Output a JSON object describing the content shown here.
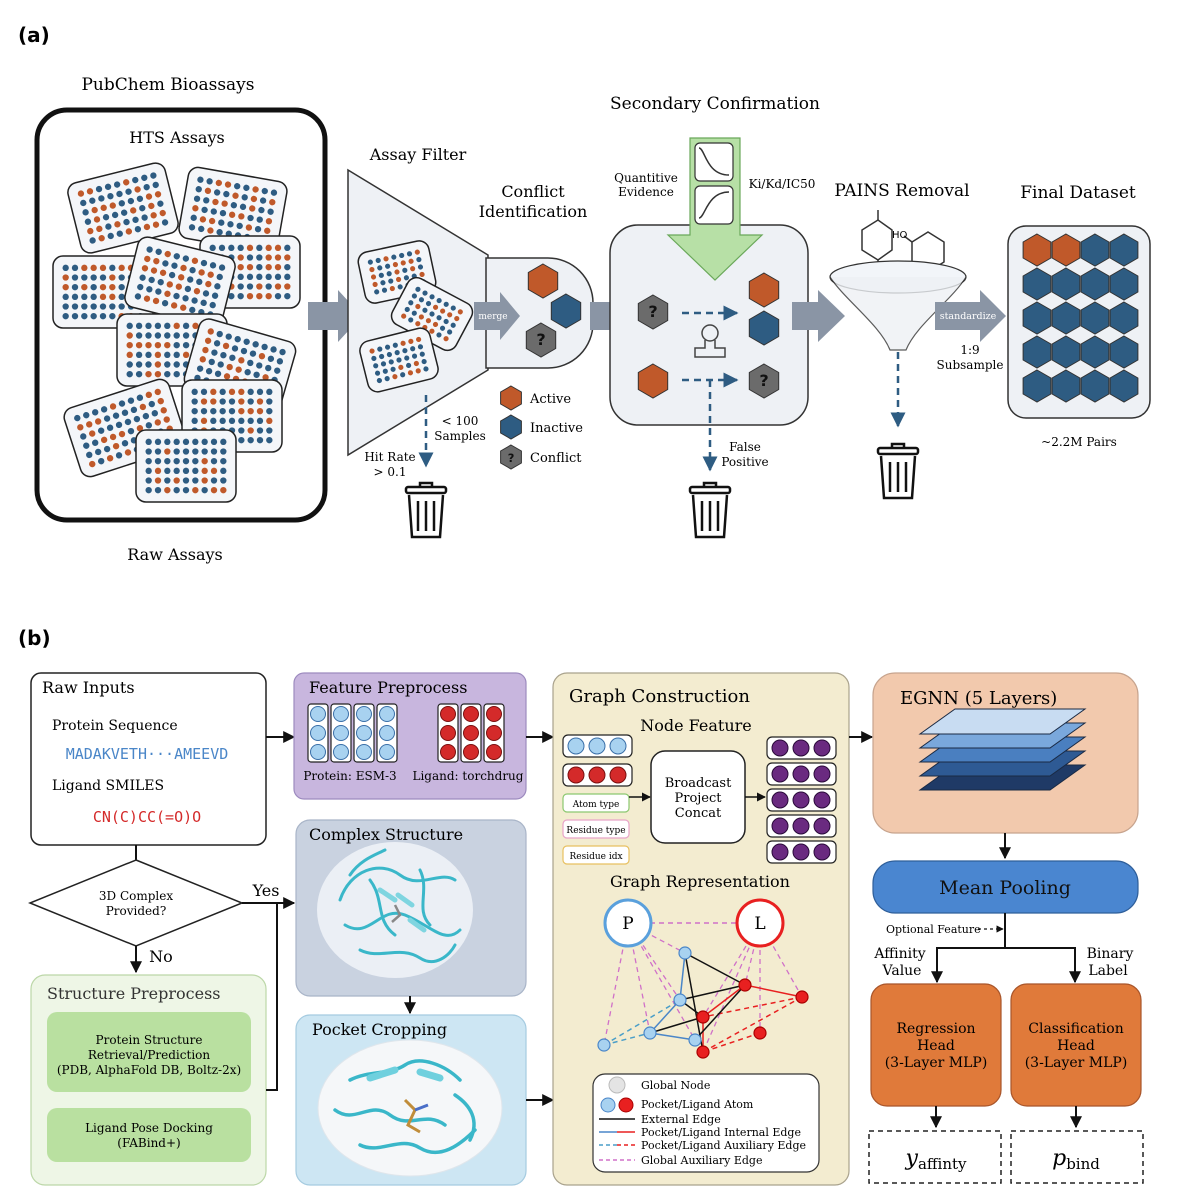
{
  "panel_a": {
    "label": "(a)",
    "pubchem_title": "PubChem Bioassays",
    "hts_title": "HTS Assays",
    "raw_assays": "Raw Assays",
    "assay_filter": "Assay Filter",
    "conflict_id_line1": "Conflict",
    "conflict_id_line2": "Identification",
    "merge": "merge",
    "secondary": "Secondary Confirmation",
    "quant_line1": "Quantitive",
    "quant_line2": "Evidence",
    "kikd": "Ki/Kd/IC50",
    "pains": "PAINS Removal",
    "final": "Final Dataset",
    "standardize": "standardize",
    "subsample_line1": "1:9",
    "subsample_line2": "Subsample",
    "pairs": "~2.2M Pairs",
    "lt100_line1": "< 100",
    "lt100_line2": "Samples",
    "hitrate_line1": "Hit Rate",
    "hitrate_line2": "> 0.1",
    "false_line1": "False",
    "false_line2": "Positive",
    "legend_active": "Active",
    "legend_inactive": "Inactive",
    "legend_conflict": "Conflict",
    "mol_ho1": "HO",
    "mol_ho2": "HO",
    "colors": {
      "active": "#C0592A",
      "inactive": "#2E5C82",
      "conflict": "#6B6B6B",
      "arrow": "#8A95A5"
    }
  },
  "panel_b": {
    "label": "(b)",
    "raw_inputs": "Raw Inputs",
    "protein_seq_label": "Protein Sequence",
    "protein_seq": "MADAKVETH···AMEEVD",
    "ligand_smiles_label": "Ligand SMILES",
    "ligand_smiles": "CN(C)CC(=O)O",
    "decision_line1": "3D Complex",
    "decision_line2": "Provided?",
    "yes": "Yes",
    "no": "No",
    "structure_preprocess": "Structure Preprocess",
    "protein_struct_line1": "Protein Structure",
    "protein_struct_line2": "Retrieval/Prediction",
    "protein_struct_line3": "(PDB, AlphaFold DB, Boltz-2x)",
    "ligand_dock_line1": "Ligand Pose Docking",
    "ligand_dock_line2": "(FABind+)",
    "feature_preprocess": "Feature Preprocess",
    "protein_esm": "Protein: ESM-3",
    "ligand_torch": "Ligand: torchdrug",
    "complex_structure": "Complex Structure",
    "pocket_cropping": "Pocket Cropping",
    "graph_construction": "Graph Construction",
    "node_feature": "Node Feature",
    "atom_type": "Atom type",
    "residue_type": "Residue type",
    "residue_idx": "Residue idx",
    "bpc_line1": "Broadcast",
    "bpc_line2": "Project",
    "bpc_line3": "Concat",
    "graph_representation": "Graph Representation",
    "node_p": "P",
    "node_l": "L",
    "legend_global_node": "Global Node",
    "legend_atom": "Pocket/Ligand Atom",
    "legend_external": "External Edge",
    "legend_internal": "Pocket/Ligand Internal Edge",
    "legend_aux": "Pocket/Ligand Auxiliary Edge",
    "legend_global_aux": "Global Auxiliary Edge",
    "egnn": "EGNN (5 Layers)",
    "mean_pooling": "Mean Pooling",
    "optional_feature": "Optional Feature",
    "affinity_line1": "Affinity",
    "affinity_line2": "Value",
    "binary_line1": "Binary",
    "binary_line2": "Label",
    "reg_line1": "Regression",
    "reg_line2": "Head",
    "reg_line3": "(3-Layer MLP)",
    "cls_line1": "Classification",
    "cls_line2": "Head",
    "cls_line3": "(3-Layer MLP)",
    "y_main": "y",
    "y_sub": "affinty",
    "p_main": "p",
    "p_sub": "bind"
  }
}
